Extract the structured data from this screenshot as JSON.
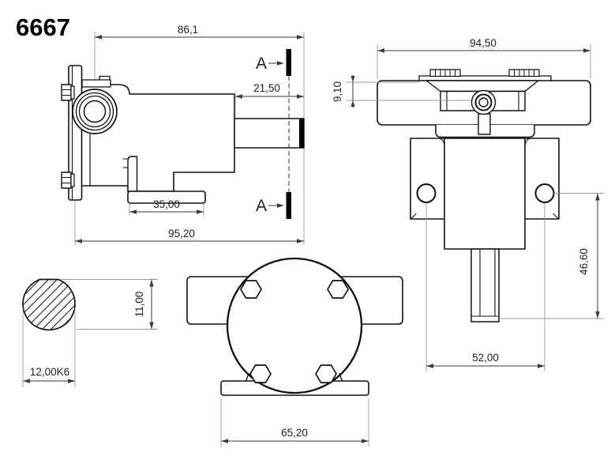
{
  "drawing": {
    "part_number": "6667",
    "section_marker": "A",
    "line_color": "#111111",
    "dim_color": "#3a3a3a",
    "extension_color": "#9b9b9b",
    "views": {
      "side_view": {
        "dimensions": {
          "body_length": "86,1",
          "shaft_length": "21,50",
          "foot_length": "35,00",
          "overall_length": "95,20"
        }
      },
      "rear_view": {
        "dimensions": {
          "overall_width": "94,50",
          "cam_offset": "9,10",
          "shaft_drop": "46,60",
          "hole_spacing": "52,00"
        }
      },
      "shaft_section": {
        "dimensions": {
          "flat_height": "11,00",
          "diameter": "12,00K6"
        }
      },
      "front_view": {
        "dimensions": {
          "foot_width": "65,20"
        }
      }
    }
  }
}
